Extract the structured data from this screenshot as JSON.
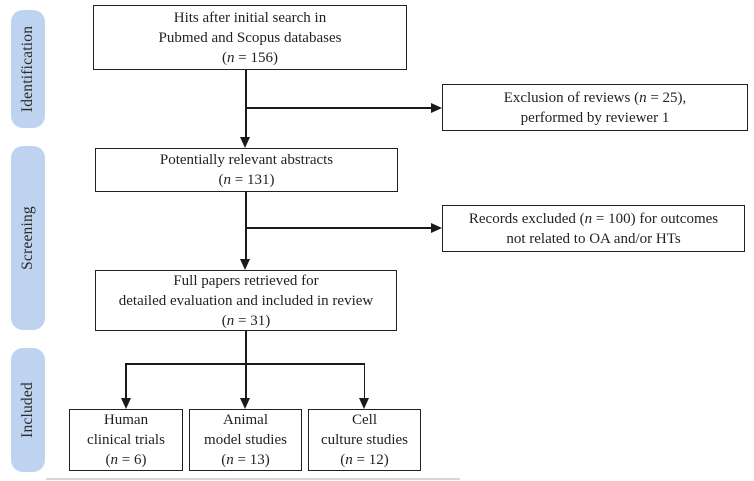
{
  "diagram": {
    "type": "prisma-flow",
    "stages": [
      {
        "label": "Identification"
      },
      {
        "label": "Screening"
      },
      {
        "label": "Included"
      }
    ],
    "boxes": {
      "hits": {
        "lines": [
          "Hits after initial search in",
          "Pubmed and Scopus databases",
          "(n = 156)"
        ]
      },
      "exclusion": {
        "lines": [
          "Exclusion of reviews (n = 25),",
          "performed by reviewer 1"
        ]
      },
      "abstracts": {
        "lines": [
          "Potentially relevant abstracts",
          "(n = 131)"
        ]
      },
      "records_excluded": {
        "lines": [
          "Records excluded (n = 100) for outcomes",
          "not related to OA and/or HTs"
        ]
      },
      "full_papers": {
        "lines": [
          "Full papers retrieved for",
          "detailed evaluation and included in review",
          "(n = 31)"
        ]
      },
      "human": {
        "lines": [
          "Human",
          "clinical trials",
          "(n = 6)"
        ]
      },
      "animal": {
        "lines": [
          "Animal",
          "model studies",
          "(n = 13)"
        ]
      },
      "cell": {
        "lines": [
          "Cell",
          "culture studies",
          "(n = 12)"
        ]
      }
    }
  },
  "colors": {
    "stage_fill": "#bed3ef",
    "box_border": "#231f20",
    "line": "#1a1a1a",
    "text": "#231f20",
    "background": "#ffffff"
  }
}
